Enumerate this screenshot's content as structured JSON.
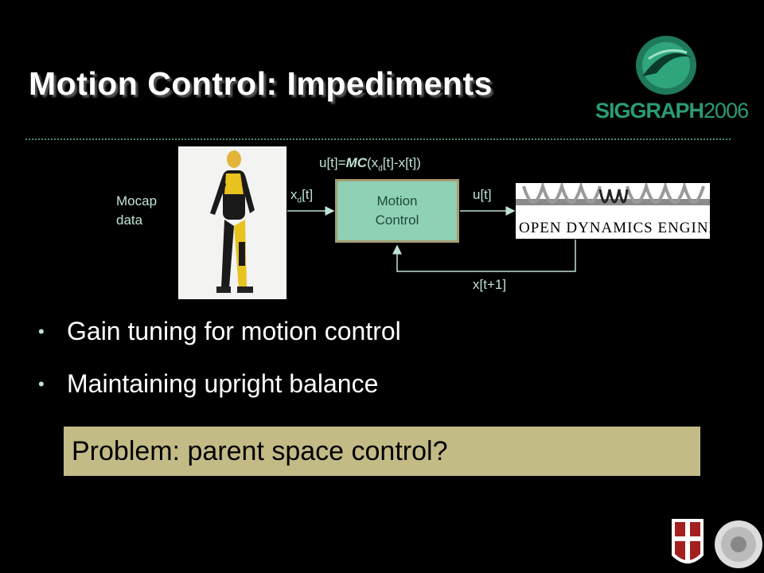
{
  "slide": {
    "title": "Motion Control: Impediments",
    "logo": {
      "text_main": "SIGGRAPH",
      "text_year": "2006",
      "color": "#2b9b74"
    },
    "diagram": {
      "mocap_label_line1": "Mocap",
      "mocap_label_line2": "data",
      "equation_prefix": "u[t]=",
      "equation_mc": "MC",
      "equation_open": "(x",
      "equation_sub": "d",
      "equation_rest": "[t]-x[t])",
      "input_x": "x",
      "input_sub": "d",
      "input_rest": "[t]",
      "box_line1": "Motion",
      "box_line2": "Control",
      "output_label": "u[t]",
      "feedback_label": "x[t+1]",
      "ode_logo_text": "OPEN DYNAMICS ENGINE™"
    },
    "bullets": [
      "Gain tuning for motion control",
      "Maintaining upright balance"
    ],
    "problem": "Problem: parent space control?",
    "colors": {
      "accent": "#bfe3d2",
      "box": "#8fd1b5",
      "problem_bg": "#c3bb86"
    }
  }
}
